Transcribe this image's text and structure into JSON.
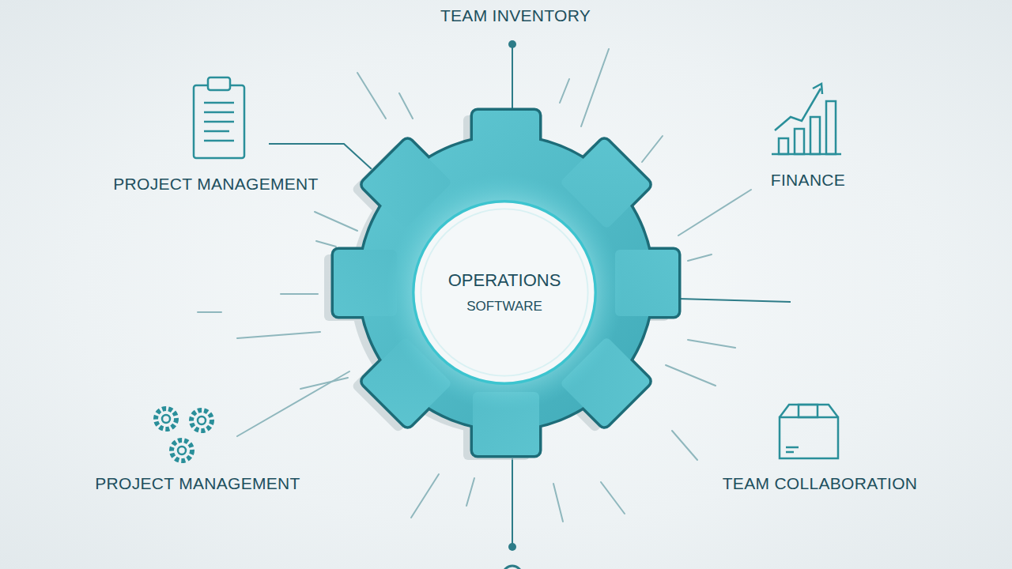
{
  "diagram": {
    "nodes": [
      {
        "text": [
          "OPERATIONS",
          "SOFTWARE"
        ]
      }
    ],
    "labels": [
      "TEAM INVENTORY",
      "PROJECT MANAGEMENT",
      "FINANCE",
      "PROJECT MANAGEMENT",
      "TEAM COLLABORATION"
    ]
  }
}
